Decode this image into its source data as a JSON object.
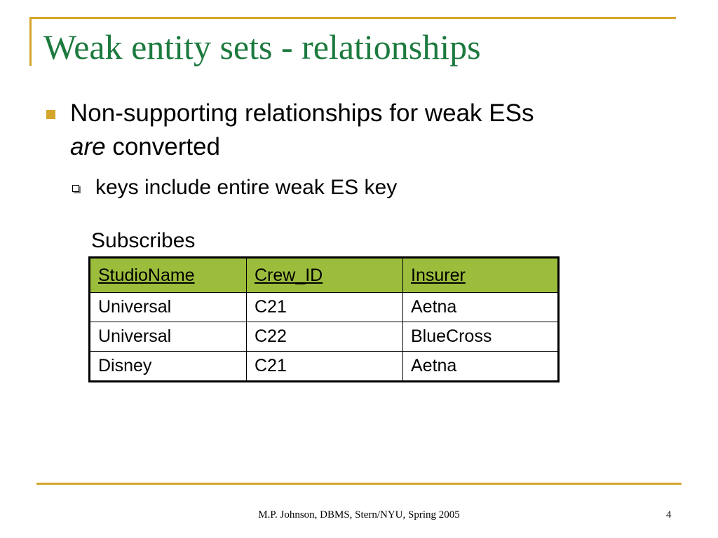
{
  "slide": {
    "title": "Weak entity sets - relationships",
    "bullet_main": "Non-supporting relationships for weak ESs",
    "bullet_main_italic": "are",
    "bullet_main_rest": " converted",
    "bullet_sub": "keys include entire weak ES key"
  },
  "table": {
    "caption": "Subscribes",
    "headers": [
      "StudioName",
      "Crew_ID",
      "Insurer"
    ],
    "rows": [
      [
        "Universal",
        "C21",
        "Aetna"
      ],
      [
        "Universal",
        "C22",
        "BlueCross"
      ],
      [
        "Disney",
        "C21",
        "Aetna"
      ]
    ]
  },
  "footer": {
    "text": "M.P. Johnson, DBMS, Stern/NYU, Spring 2005",
    "page_number": "4"
  },
  "colors": {
    "accent": "#d4a52a",
    "title": "#1c7a3e",
    "header_fill": "#9cbd3c"
  }
}
